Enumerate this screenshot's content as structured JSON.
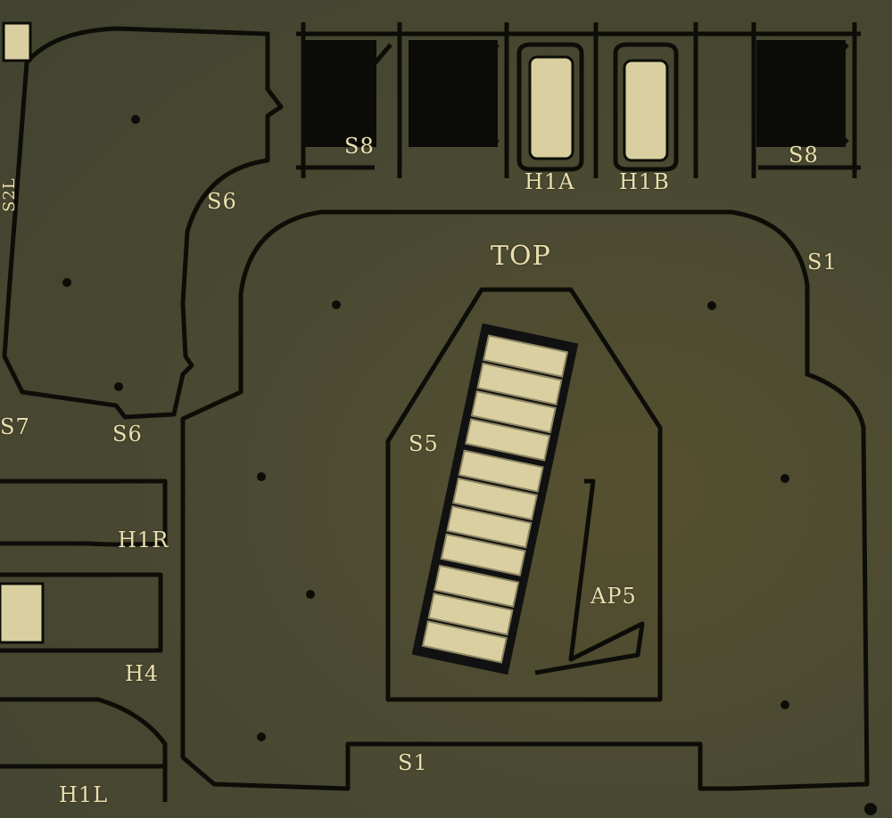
{
  "labels": {
    "s2l": "S2L",
    "s6_top": "S6",
    "s7": "S7",
    "s6_bottom": "S6",
    "h1r": "H1R",
    "h4": "H4",
    "h1l": "H1L",
    "s8_left": "S8",
    "h1a": "H1A",
    "h1b": "H1B",
    "s8_right": "S8",
    "top": "TOP",
    "s1_right": "S1",
    "s5": "S5",
    "ap5": "AP5",
    "s1_bottom": "S1"
  },
  "colors": {
    "fret": "#4b4a33",
    "brass": "#d9cfa0",
    "label": "#eadfae",
    "cut": "#0d0d08"
  }
}
